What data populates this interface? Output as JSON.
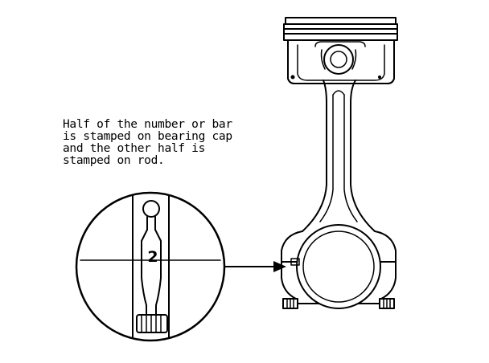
{
  "caption": {
    "lines": [
      "Half of the number or bar",
      "is stamped on bearing cap",
      "and the other half is",
      "stamped on rod."
    ]
  },
  "detail": {
    "stamp_number": "2"
  },
  "colors": {
    "ink": "#000000",
    "paper": "#ffffff"
  }
}
